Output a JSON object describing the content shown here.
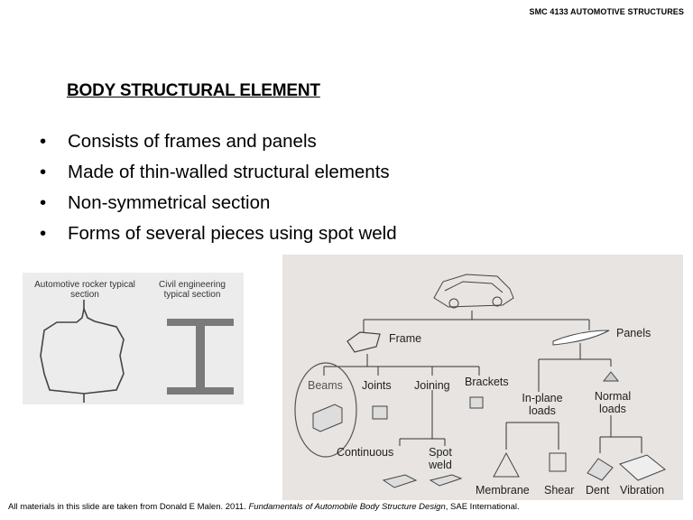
{
  "header": {
    "course": "SMC 4133 AUTOMOTIVE STRUCTURES"
  },
  "title": "BODY STRUCTURAL ELEMENT",
  "bullets": [
    "Consists of frames and panels",
    "Made of thin-walled structural elements",
    "Non-symmetrical section",
    "Forms of several pieces using spot weld"
  ],
  "left_figure": {
    "label_left": "Automotive rocker typical section",
    "label_right": "Civil engineering typical section"
  },
  "right_figure": {
    "frame": "Frame",
    "panels": "Panels",
    "beams": "Beams",
    "joints": "Joints",
    "joining": "Joining",
    "brackets": "Brackets",
    "in_plane_loads": "In-plane loads",
    "normal_loads": "Normal loads",
    "continuous": "Continuous",
    "spot_weld": "Spot weld",
    "membrane": "Membrane",
    "shear": "Shear",
    "dent": "Dent",
    "vibration": "Vibration"
  },
  "footer": {
    "prefix": "All materials in this slide are taken from Donald E Malen. 2011. ",
    "book": "Fundamentals of Automobile Body Structure Design",
    "suffix": ", SAE International."
  }
}
